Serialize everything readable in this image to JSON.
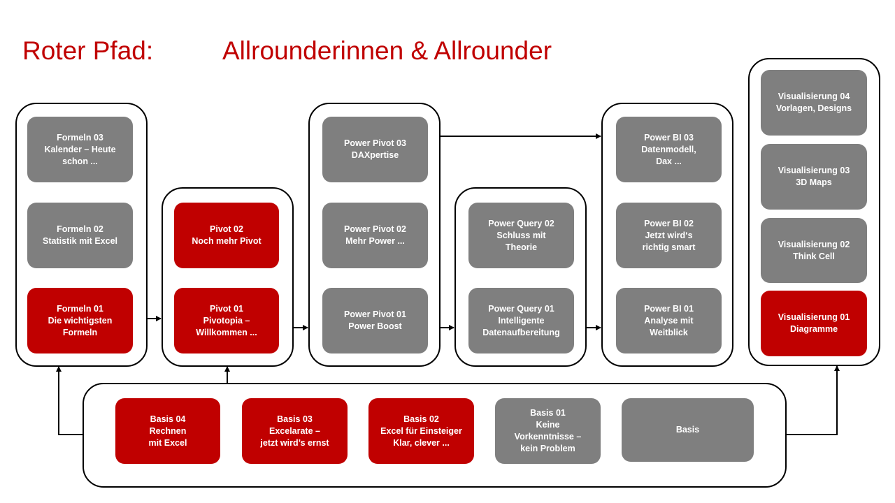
{
  "title": {
    "left": "Roter Pfad:",
    "right": "Allrounderinnen & Allrounder"
  },
  "colors": {
    "highlight": "#c00000",
    "neutral": "#7f7f7f"
  },
  "groups": {
    "formeln": [
      {
        "label": "Formeln  03\nKalender – Heute\nschon ...",
        "status": "gray"
      },
      {
        "label": "Formeln  02\nStatistik mit Excel",
        "status": "gray"
      },
      {
        "label": "Formeln  01\nDie wichtigsten\nFormeln",
        "status": "red"
      }
    ],
    "pivot": [
      {
        "label": "Pivot  02\nNoch mehr Pivot",
        "status": "red"
      },
      {
        "label": "Pivot  01\nPivotopia –\nWillkommen ...",
        "status": "red"
      }
    ],
    "power_pivot": [
      {
        "label": "Power Pivot  03\nDAXpertise",
        "status": "gray"
      },
      {
        "label": "Power Pivot  02\nMehr Power ...",
        "status": "gray"
      },
      {
        "label": "Power Pivot  01\nPower Boost",
        "status": "gray"
      }
    ],
    "power_query": [
      {
        "label": "Power Query  02\nSchluss mit\nTheorie",
        "status": "gray"
      },
      {
        "label": "Power Query  01\nIntelligente\nDatenaufbereitung",
        "status": "gray"
      }
    ],
    "power_bi": [
      {
        "label": "Power BI  03\nDatenmodell,\nDax ...",
        "status": "gray"
      },
      {
        "label": "Power BI  02\nJetzt wird‘s\nrichtig smart",
        "status": "gray"
      },
      {
        "label": "Power BI  01\nAnalyse mit\nWeitblick",
        "status": "gray"
      }
    ],
    "visualisierung": [
      {
        "label": "Visualisierung  04\nVorlagen, Designs",
        "status": "gray"
      },
      {
        "label": "Visualisierung  03\n3D Maps",
        "status": "gray"
      },
      {
        "label": "Visualisierung  02\nThink Cell",
        "status": "gray"
      },
      {
        "label": "Visualisierung  01\nDiagramme",
        "status": "red"
      }
    ],
    "basis": [
      {
        "label": "Basis 04\nRechnen\nmit Excel",
        "status": "red"
      },
      {
        "label": "Basis 03\nExcelarate –\njetzt wird’s ernst",
        "status": "red"
      },
      {
        "label": "Basis 02\nExcel für Einsteiger\nKlar, clever ...",
        "status": "red"
      },
      {
        "label": "Basis 01\nKeine\nVorkenntnisse –\nkein Problem",
        "status": "gray"
      },
      {
        "label": "Basis",
        "status": "gray"
      }
    ]
  }
}
